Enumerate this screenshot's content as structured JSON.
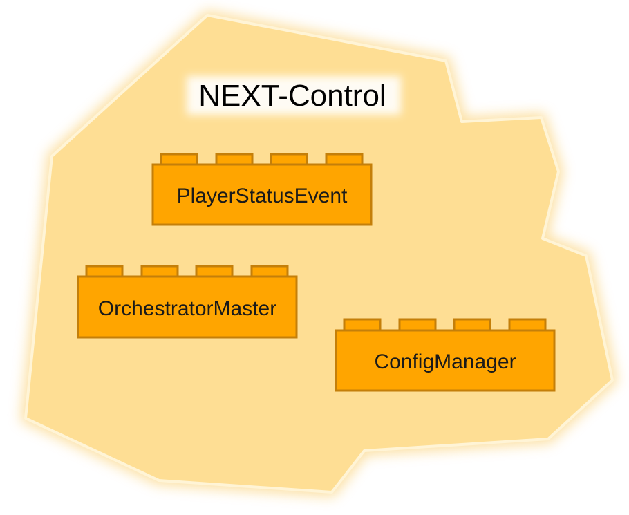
{
  "diagram": {
    "region": {
      "title": "NEXT-Control",
      "fill_color": "#FEDE94",
      "edge_color": "#FFF4D6",
      "glow_color": "#F9C75A"
    },
    "components": [
      {
        "id": "player-status-event",
        "label": "PlayerStatusEvent"
      },
      {
        "id": "orchestrator-master",
        "label": "OrchestratorMaster"
      },
      {
        "id": "config-manager",
        "label": "ConfigManager"
      }
    ],
    "brick_colors": {
      "fill": "#FFA500",
      "stroke": "#C47F0A"
    }
  }
}
